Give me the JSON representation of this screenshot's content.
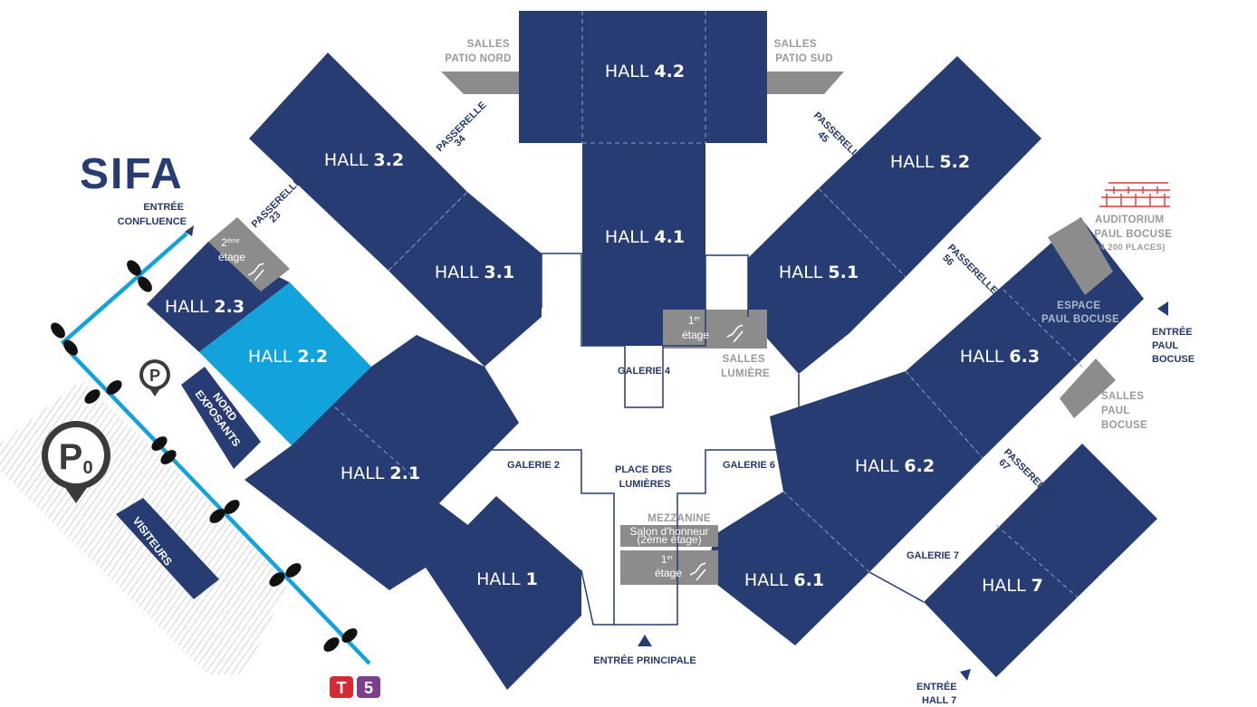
{
  "brand": {
    "logo_text": "SIFA",
    "logo_color": "#263c73"
  },
  "colors": {
    "hall": "#263c73",
    "hall_highlight": "#12a3dd",
    "annex": "#8c8c8c",
    "route": "#12a3dd",
    "tram_t": "#d52b35",
    "tram_5": "#7b3f8c"
  },
  "halls": {
    "h42": {
      "prefix": "HALL ",
      "number": "4.2"
    },
    "h41": {
      "prefix": "HALL ",
      "number": "4.1"
    },
    "h32": {
      "prefix": "HALL ",
      "number": "3.2"
    },
    "h31": {
      "prefix": "HALL ",
      "number": "3.1"
    },
    "h23": {
      "prefix": "HALL ",
      "number": "2.3"
    },
    "h22": {
      "prefix": "HALL ",
      "number": "2.2"
    },
    "h21": {
      "prefix": "HALL ",
      "number": "2.1"
    },
    "h1": {
      "prefix": "HALL ",
      "number": "1"
    },
    "h52": {
      "prefix": "HALL ",
      "number": "5.2"
    },
    "h51": {
      "prefix": "HALL ",
      "number": "5.1"
    },
    "h63": {
      "prefix": "HALL ",
      "number": "6.3"
    },
    "h62": {
      "prefix": "HALL ",
      "number": "6.2"
    },
    "h61": {
      "prefix": "HALL ",
      "number": "6.1"
    },
    "h7": {
      "prefix": "HALL ",
      "number": "7"
    }
  },
  "salles": {
    "patio_nord": [
      "SALLES",
      "PATIO NORD"
    ],
    "patio_sud": [
      "SALLES",
      "PATIO SUD"
    ],
    "lumiere": [
      "SALLES",
      "LUMIÈRE"
    ],
    "paul_bocuse": [
      "SALLES",
      "PAUL",
      "BOCUSE"
    ],
    "auditorium": [
      "AUDITORIUM",
      "PAUL BOCUSE",
      "(4 200 PLACES)"
    ],
    "espace": [
      "ESPACE",
      "PAUL BOCUSE"
    ]
  },
  "passerelles": {
    "p34": {
      "label": "PASSERELLE",
      "num": "34"
    },
    "p45": {
      "label": "PASSERELLE",
      "num": "45"
    },
    "p23": {
      "label": "PASSERELLE",
      "num": "23"
    },
    "p56": {
      "label": "PASSERELLE",
      "num": "56"
    },
    "p67": {
      "label": "PASSERELLE",
      "num": "67"
    }
  },
  "galeries": {
    "g4": "GALERIE 4",
    "g2": "GALERIE 2",
    "g6": "GALERIE 6",
    "g7": "GALERIE 7",
    "place": [
      "PLACE DES",
      "LUMIÈRES"
    ]
  },
  "mezzanine": {
    "title": "MEZZANINE",
    "salon": "Salon d'honneur",
    "salon_sub": "(2ème étage)",
    "floor_num": "1",
    "floor_sup": "er",
    "floor_word": "étage"
  },
  "escalators": {
    "lumiere": {
      "num": "1",
      "sup": "er",
      "word": "étage"
    },
    "hall23": {
      "num": "2",
      "sup": "ème",
      "word": "étage"
    }
  },
  "entrances": {
    "confluence": [
      "ENTRÉE",
      "CONFLUENCE"
    ],
    "principale": "ENTRÉE PRINCIPALE",
    "paul_bocuse": [
      "ENTRÉE",
      "PAUL",
      "BOCUSE"
    ],
    "hall7": [
      "ENTRÉE",
      "HALL 7"
    ]
  },
  "parking": {
    "exposants": [
      "EXPOSANTS",
      "NORD"
    ],
    "visiteurs": "VISITEURS",
    "p_small": "P",
    "p_big": "P",
    "p_big_sub": "0"
  },
  "tram": {
    "t": "T",
    "line": "5"
  }
}
